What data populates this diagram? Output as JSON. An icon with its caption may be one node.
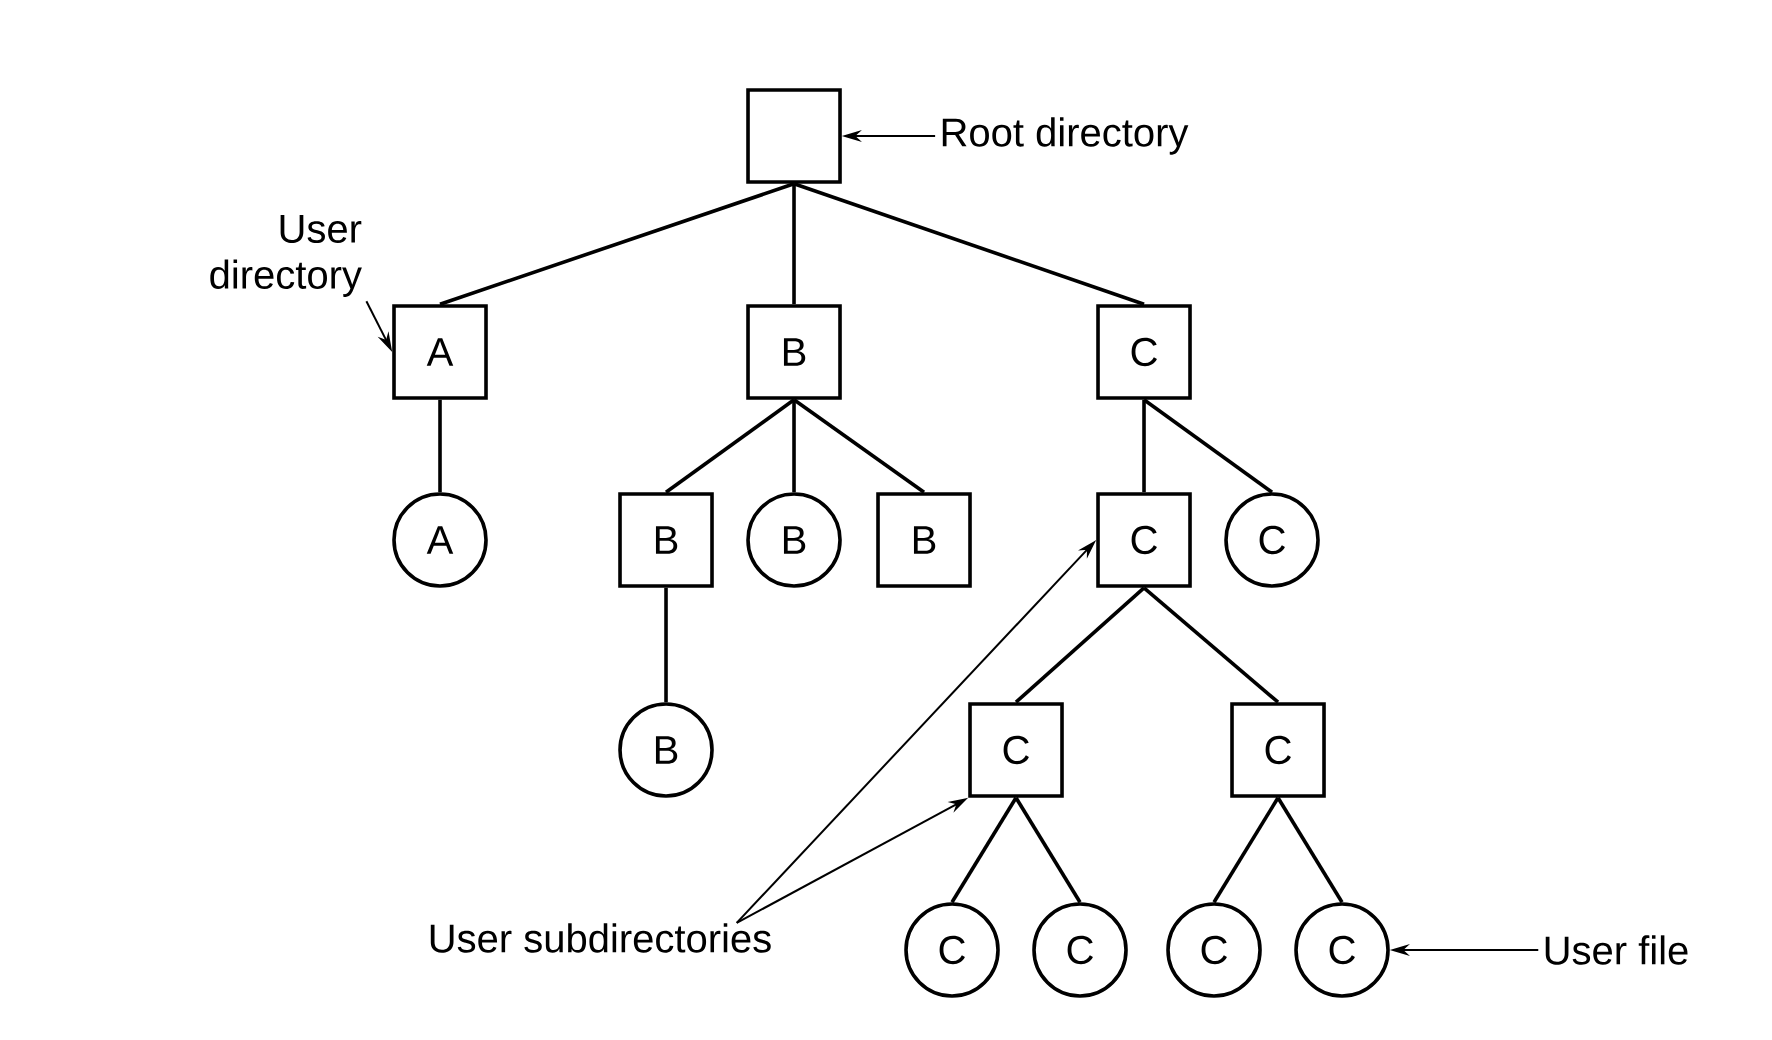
{
  "diagram": {
    "nodes": [
      {
        "text": [],
        "shape": "box"
      },
      {
        "text": [
          "A"
        ]
      },
      {
        "text": [
          "B"
        ]
      },
      {
        "text": [
          "C"
        ]
      },
      {
        "text": [
          "A"
        ]
      },
      {
        "text": [
          "B"
        ]
      },
      {
        "text": [
          "B"
        ]
      },
      {
        "text": [
          "B"
        ]
      },
      {
        "text": [
          "C"
        ]
      },
      {
        "text": [
          "C"
        ]
      },
      {
        "text": [
          "B"
        ]
      },
      {
        "text": [
          "C"
        ]
      },
      {
        "text": [
          "C"
        ]
      },
      {
        "text": [
          "C"
        ]
      },
      {
        "text": [
          "C"
        ]
      },
      {
        "text": [
          "C"
        ]
      },
      {
        "text": [
          "C"
        ]
      },
      {
        "text": [
          "Root directory"
        ]
      },
      {
        "text": [
          "User directory"
        ]
      },
      {
        "text": [
          "User subdirectories"
        ]
      },
      {
        "text": [
          "User file"
        ]
      }
    ],
    "edges": [
      {
        "from": 0,
        "to": 1,
        "arrow": "none"
      },
      {
        "from": 0,
        "to": 2,
        "arrow": "none"
      },
      {
        "from": 0,
        "to": 3,
        "arrow": "none"
      },
      {
        "from": 1,
        "to": 4,
        "arrow": "none"
      },
      {
        "from": 2,
        "to": 5,
        "arrow": "none"
      },
      {
        "from": 2,
        "to": 6,
        "arrow": "none"
      },
      {
        "from": 2,
        "to": 7,
        "arrow": "none"
      },
      {
        "from": 3,
        "to": 8,
        "arrow": "none"
      },
      {
        "from": 3,
        "to": 9,
        "arrow": "none"
      },
      {
        "from": 5,
        "to": 10,
        "arrow": "none"
      },
      {
        "from": 8,
        "to": 11,
        "arrow": "none"
      },
      {
        "from": 8,
        "to": 12,
        "arrow": "none"
      },
      {
        "from": 11,
        "to": 13,
        "arrow": "none"
      },
      {
        "from": 11,
        "to": 14,
        "arrow": "none"
      },
      {
        "from": 12,
        "to": 15,
        "arrow": "none"
      },
      {
        "from": 12,
        "to": 16,
        "arrow": "none"
      },
      {
        "from": 17,
        "to": 0,
        "arrow": "to"
      },
      {
        "from": 18,
        "to": 1,
        "arrow": "to"
      },
      {
        "from": 19,
        "to": 8,
        "arrow": "to"
      },
      {
        "from": 19,
        "to": 11,
        "arrow": "to"
      },
      {
        "from": 20,
        "to": 16,
        "arrow": "to"
      }
    ]
  }
}
